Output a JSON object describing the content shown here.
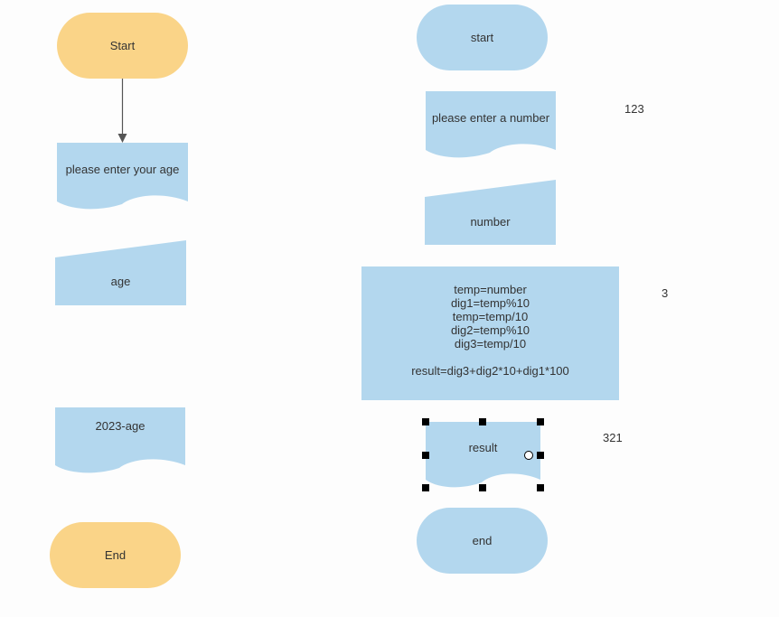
{
  "colors": {
    "terminal_orange": "#fad488",
    "shape_blue": "#b3d7ee",
    "connector": "#555555",
    "selection": "#000000"
  },
  "left_flow": {
    "start": "Start",
    "input_prompt": "please enter your age",
    "manual_input": "age",
    "output_doc": "2023-age",
    "end": "End"
  },
  "right_flow": {
    "start": "start",
    "input_prompt": "please enter a number",
    "manual_input": "number",
    "process": "temp=number\ndig1=temp%10\ntemp=temp/10\ndig2=temp%10\ndig3=temp/10\n\nresult=dig3+dig2*10+dig1*100",
    "output_doc": "result",
    "end": "end"
  },
  "annotations": {
    "input_value": "123",
    "digit_value": "3",
    "result_value": "321"
  },
  "selection": {
    "selected_shape": "result",
    "handles": 8,
    "rotate_handle": true
  }
}
